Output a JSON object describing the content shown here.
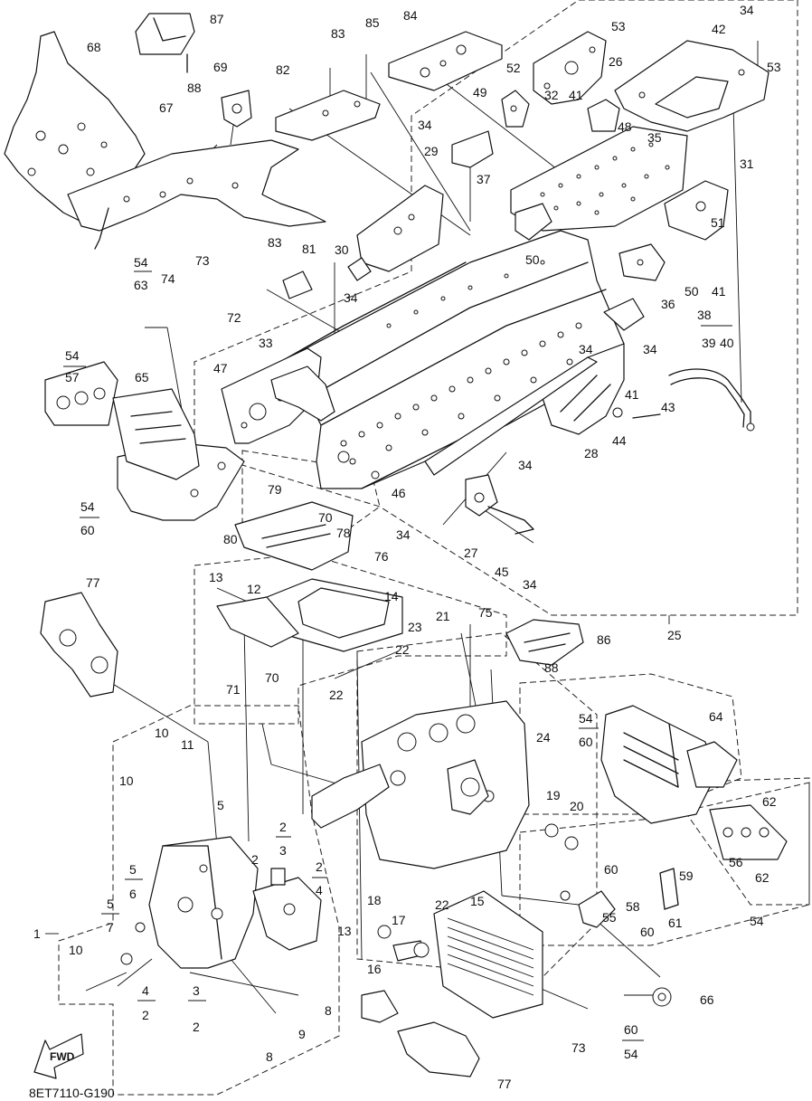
{
  "diagram_code": "8ET7110-G190",
  "fwd_label": "FWD",
  "labels": [
    {
      "id": "p87",
      "text": "87"
    },
    {
      "id": "p68",
      "text": "68"
    },
    {
      "id": "p88a",
      "text": "88"
    },
    {
      "id": "p69",
      "text": "69"
    },
    {
      "id": "p67",
      "text": "67"
    },
    {
      "id": "p83a",
      "text": "83"
    },
    {
      "id": "p85",
      "text": "85"
    },
    {
      "id": "p84",
      "text": "84"
    },
    {
      "id": "p82",
      "text": "82"
    },
    {
      "id": "p34a",
      "text": "34"
    },
    {
      "id": "p53a",
      "text": "53"
    },
    {
      "id": "p42",
      "text": "42"
    },
    {
      "id": "p53b",
      "text": "53"
    },
    {
      "id": "p52",
      "text": "52"
    },
    {
      "id": "p26",
      "text": "26"
    },
    {
      "id": "p49",
      "text": "49"
    },
    {
      "id": "p32",
      "text": "32"
    },
    {
      "id": "p41a",
      "text": "41"
    },
    {
      "id": "p48",
      "text": "48"
    },
    {
      "id": "p34b",
      "text": "34"
    },
    {
      "id": "p29",
      "text": "29"
    },
    {
      "id": "p37",
      "text": "37"
    },
    {
      "id": "p35",
      "text": "35"
    },
    {
      "id": "p31",
      "text": "31"
    },
    {
      "id": "p74",
      "text": "74"
    },
    {
      "id": "p73a",
      "text": "73"
    },
    {
      "id": "p83b",
      "text": "83"
    },
    {
      "id": "p81",
      "text": "81"
    },
    {
      "id": "p30",
      "text": "30"
    },
    {
      "id": "p50a",
      "text": "50"
    },
    {
      "id": "p51",
      "text": "51"
    },
    {
      "id": "p54a",
      "text": "54"
    },
    {
      "id": "p63",
      "text": "63"
    },
    {
      "id": "p34c",
      "text": "34"
    },
    {
      "id": "p50b",
      "text": "50"
    },
    {
      "id": "p41b",
      "text": "41"
    },
    {
      "id": "p72",
      "text": "72"
    },
    {
      "id": "p36",
      "text": "36"
    },
    {
      "id": "p38",
      "text": "38"
    },
    {
      "id": "p39",
      "text": "39"
    },
    {
      "id": "p40",
      "text": "40"
    },
    {
      "id": "p34d",
      "text": "34"
    },
    {
      "id": "p54b",
      "text": "54"
    },
    {
      "id": "p57",
      "text": "57"
    },
    {
      "id": "p65",
      "text": "65"
    },
    {
      "id": "p33",
      "text": "33"
    },
    {
      "id": "p47",
      "text": "47"
    },
    {
      "id": "p34e",
      "text": "34"
    },
    {
      "id": "p41c",
      "text": "41"
    },
    {
      "id": "p43",
      "text": "43"
    },
    {
      "id": "p44",
      "text": "44"
    },
    {
      "id": "p28",
      "text": "28"
    },
    {
      "id": "p34f",
      "text": "34"
    },
    {
      "id": "p79",
      "text": "79"
    },
    {
      "id": "p46",
      "text": "46"
    },
    {
      "id": "p54c",
      "text": "54"
    },
    {
      "id": "p60a",
      "text": "60"
    },
    {
      "id": "p70a",
      "text": "70"
    },
    {
      "id": "p78",
      "text": "78"
    },
    {
      "id": "p80",
      "text": "80"
    },
    {
      "id": "p76",
      "text": "76"
    },
    {
      "id": "p34g",
      "text": "34"
    },
    {
      "id": "p27",
      "text": "27"
    },
    {
      "id": "p45",
      "text": "45"
    },
    {
      "id": "p34h",
      "text": "34"
    },
    {
      "id": "p77a",
      "text": "77"
    },
    {
      "id": "p13a",
      "text": "13"
    },
    {
      "id": "p12",
      "text": "12"
    },
    {
      "id": "p14",
      "text": "14"
    },
    {
      "id": "p21",
      "text": "21"
    },
    {
      "id": "p75",
      "text": "75"
    },
    {
      "id": "p86",
      "text": "86"
    },
    {
      "id": "p25",
      "text": "25"
    },
    {
      "id": "p23",
      "text": "23"
    },
    {
      "id": "p22a",
      "text": "22"
    },
    {
      "id": "p88b",
      "text": "88"
    },
    {
      "id": "p71",
      "text": "71"
    },
    {
      "id": "p70b",
      "text": "70"
    },
    {
      "id": "p22b",
      "text": "22"
    },
    {
      "id": "p64",
      "text": "64"
    },
    {
      "id": "p54d",
      "text": "54"
    },
    {
      "id": "p60b",
      "text": "60"
    },
    {
      "id": "p10a",
      "text": "10"
    },
    {
      "id": "p11",
      "text": "11"
    },
    {
      "id": "p24",
      "text": "24"
    },
    {
      "id": "p10b",
      "text": "10"
    },
    {
      "id": "p5a",
      "text": "5"
    },
    {
      "id": "p19",
      "text": "19"
    },
    {
      "id": "p20",
      "text": "20"
    },
    {
      "id": "p62a",
      "text": "62"
    },
    {
      "id": "p2a",
      "text": "2"
    },
    {
      "id": "p3a",
      "text": "3"
    },
    {
      "id": "p56",
      "text": "56"
    },
    {
      "id": "p62b",
      "text": "62"
    },
    {
      "id": "p2b",
      "text": "2"
    },
    {
      "id": "p2c",
      "text": "2"
    },
    {
      "id": "p4a",
      "text": "4"
    },
    {
      "id": "p5b",
      "text": "5"
    },
    {
      "id": "p6",
      "text": "6"
    },
    {
      "id": "p60c",
      "text": "60"
    },
    {
      "id": "p59",
      "text": "59"
    },
    {
      "id": "p18",
      "text": "18"
    },
    {
      "id": "p22c",
      "text": "22"
    },
    {
      "id": "p15",
      "text": "15"
    },
    {
      "id": "p58",
      "text": "58"
    },
    {
      "id": "p55",
      "text": "55"
    },
    {
      "id": "p5c",
      "text": "5"
    },
    {
      "id": "p7",
      "text": "7"
    },
    {
      "id": "p61",
      "text": "61"
    },
    {
      "id": "p54e",
      "text": "54"
    },
    {
      "id": "p13b",
      "text": "13"
    },
    {
      "id": "p17",
      "text": "17"
    },
    {
      "id": "p60d",
      "text": "60"
    },
    {
      "id": "p1",
      "text": "1"
    },
    {
      "id": "p10c",
      "text": "10"
    },
    {
      "id": "p16",
      "text": "16"
    },
    {
      "id": "p4b",
      "text": "4"
    },
    {
      "id": "p2d",
      "text": "2"
    },
    {
      "id": "p3b",
      "text": "3"
    },
    {
      "id": "p2e",
      "text": "2"
    },
    {
      "id": "p8a",
      "text": "8"
    },
    {
      "id": "p9",
      "text": "9"
    },
    {
      "id": "p66",
      "text": "66"
    },
    {
      "id": "p8b",
      "text": "8"
    },
    {
      "id": "p73b",
      "text": "73"
    },
    {
      "id": "p60e",
      "text": "60"
    },
    {
      "id": "p54f",
      "text": "54"
    },
    {
      "id": "p77b",
      "text": "77"
    }
  ]
}
